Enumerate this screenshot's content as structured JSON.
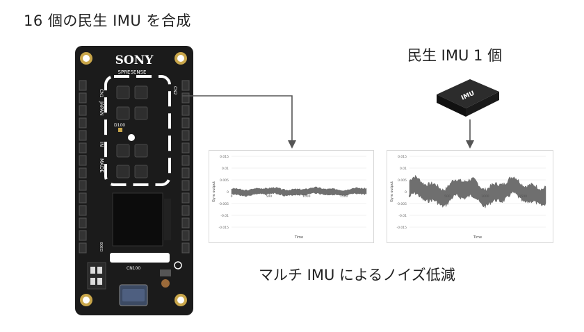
{
  "labels": {
    "top": "16 個の民生 IMU を合成",
    "single": "民生 IMU 1 個",
    "bottom": "マルチ IMU によるノイズ低減"
  },
  "board": {
    "brand": "SONY",
    "model": "SPRESENSE",
    "silk_cn1": "CN1",
    "silk_cn2": "CN2",
    "silk_japan": "JAPAN",
    "silk_in": "IN",
    "silk_made": "MADE",
    "silk_d100": "D100",
    "silk_cn100": "CN100",
    "silk_d300": "D300",
    "imu_grid_cols": 2,
    "imu_grid_rows": 4
  },
  "chip": {
    "label": "IMU"
  },
  "chart_data": [
    {
      "type": "line",
      "title": "",
      "xlabel": "Time",
      "ylabel": "Gyro output",
      "ylim": [
        -0.015,
        0.015
      ],
      "yticks": [
        "0.015",
        "0.01",
        "0.005",
        "0",
        "-0.005",
        "-0.01",
        "-0.015"
      ],
      "xticks": [
        "0",
        "500",
        "1000",
        "1500"
      ],
      "xlim": [
        0,
        1800
      ],
      "series_band": {
        "center": 0.0,
        "half_width": 0.0012,
        "wobble": 0.0004
      },
      "grid": true
    },
    {
      "type": "line",
      "title": "",
      "xlabel": "Time",
      "ylabel": "Gyro output",
      "ylim": [
        -0.015,
        0.015
      ],
      "yticks": [
        "0.015",
        "0.01",
        "0.005",
        "0",
        "-0.005",
        "-0.01",
        "-0.015"
      ],
      "xticks": [
        "0",
        "500",
        "1000",
        "1500"
      ],
      "xlim": [
        0,
        1800
      ],
      "series_band": {
        "center": 0.0,
        "half_width": 0.0035,
        "wobble": 0.0018
      },
      "grid": true
    }
  ]
}
